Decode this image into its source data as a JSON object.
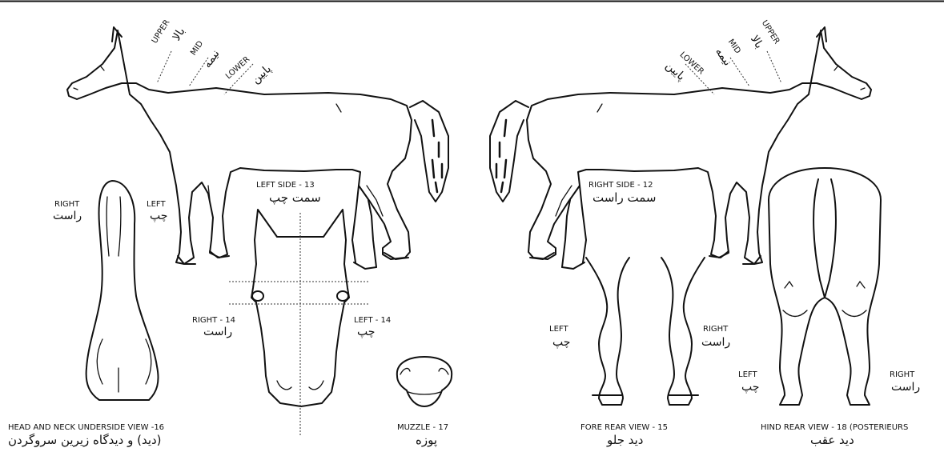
{
  "labels": {
    "upper_left": "UPPER",
    "upper_left_fa": "بالا",
    "mid_left": "MID",
    "mid_left_fa": "نیمه",
    "lower_left": "LOWER",
    "lower_left_fa": "پایین",
    "upper_right": "UPPER",
    "upper_right_fa": "بالا",
    "mid_right": "MID",
    "mid_right_fa": "نیمه",
    "lower_right": "LOWER",
    "lower_right_fa": "پایین",
    "left_side": "LEFT SIDE - 13",
    "left_side_fa": "سمت چپ",
    "right_side": "RIGHT SIDE - 12",
    "right_side_fa": "سمت راست",
    "neck_right": "RIGHT",
    "neck_right_fa": "راست",
    "neck_left": "LEFT",
    "neck_left_fa": "چپ",
    "face_right": "RIGHT - 14",
    "face_right_fa": "راست",
    "face_left": "LEFT - 14",
    "face_left_fa": "چپ",
    "fore_left": "LEFT",
    "fore_left_fa": "چپ",
    "fore_right": "RIGHT",
    "fore_right_fa": "راست",
    "hind_left": "LEFT",
    "hind_left_fa": "چپ",
    "hind_right": "RIGHT",
    "hind_right_fa": "راست"
  },
  "captions": {
    "neck_view": "HEAD AND NECK UNDERSIDE VIEW -16",
    "neck_view_fa": "(دید) و دیدگاه زیرین سروگردن",
    "muzzle": "MUZZLE - 17",
    "muzzle_fa": "پوزه",
    "fore_view": "FORE REAR VIEW - 15",
    "fore_view_fa": "دید جلو",
    "hind_view": "HIND REAR VIEW - 18 (POSTERIEURS",
    "hind_view_fa": "دید عقب"
  },
  "icons": {
    "left_horse": "horse-left-profile",
    "right_horse": "horse-right-profile",
    "neck_view": "neck-underside",
    "face_view": "horse-face-front",
    "muzzle_view": "horse-muzzle",
    "fore_view": "fore-legs-rear",
    "hind_view": "hind-legs-rear"
  }
}
